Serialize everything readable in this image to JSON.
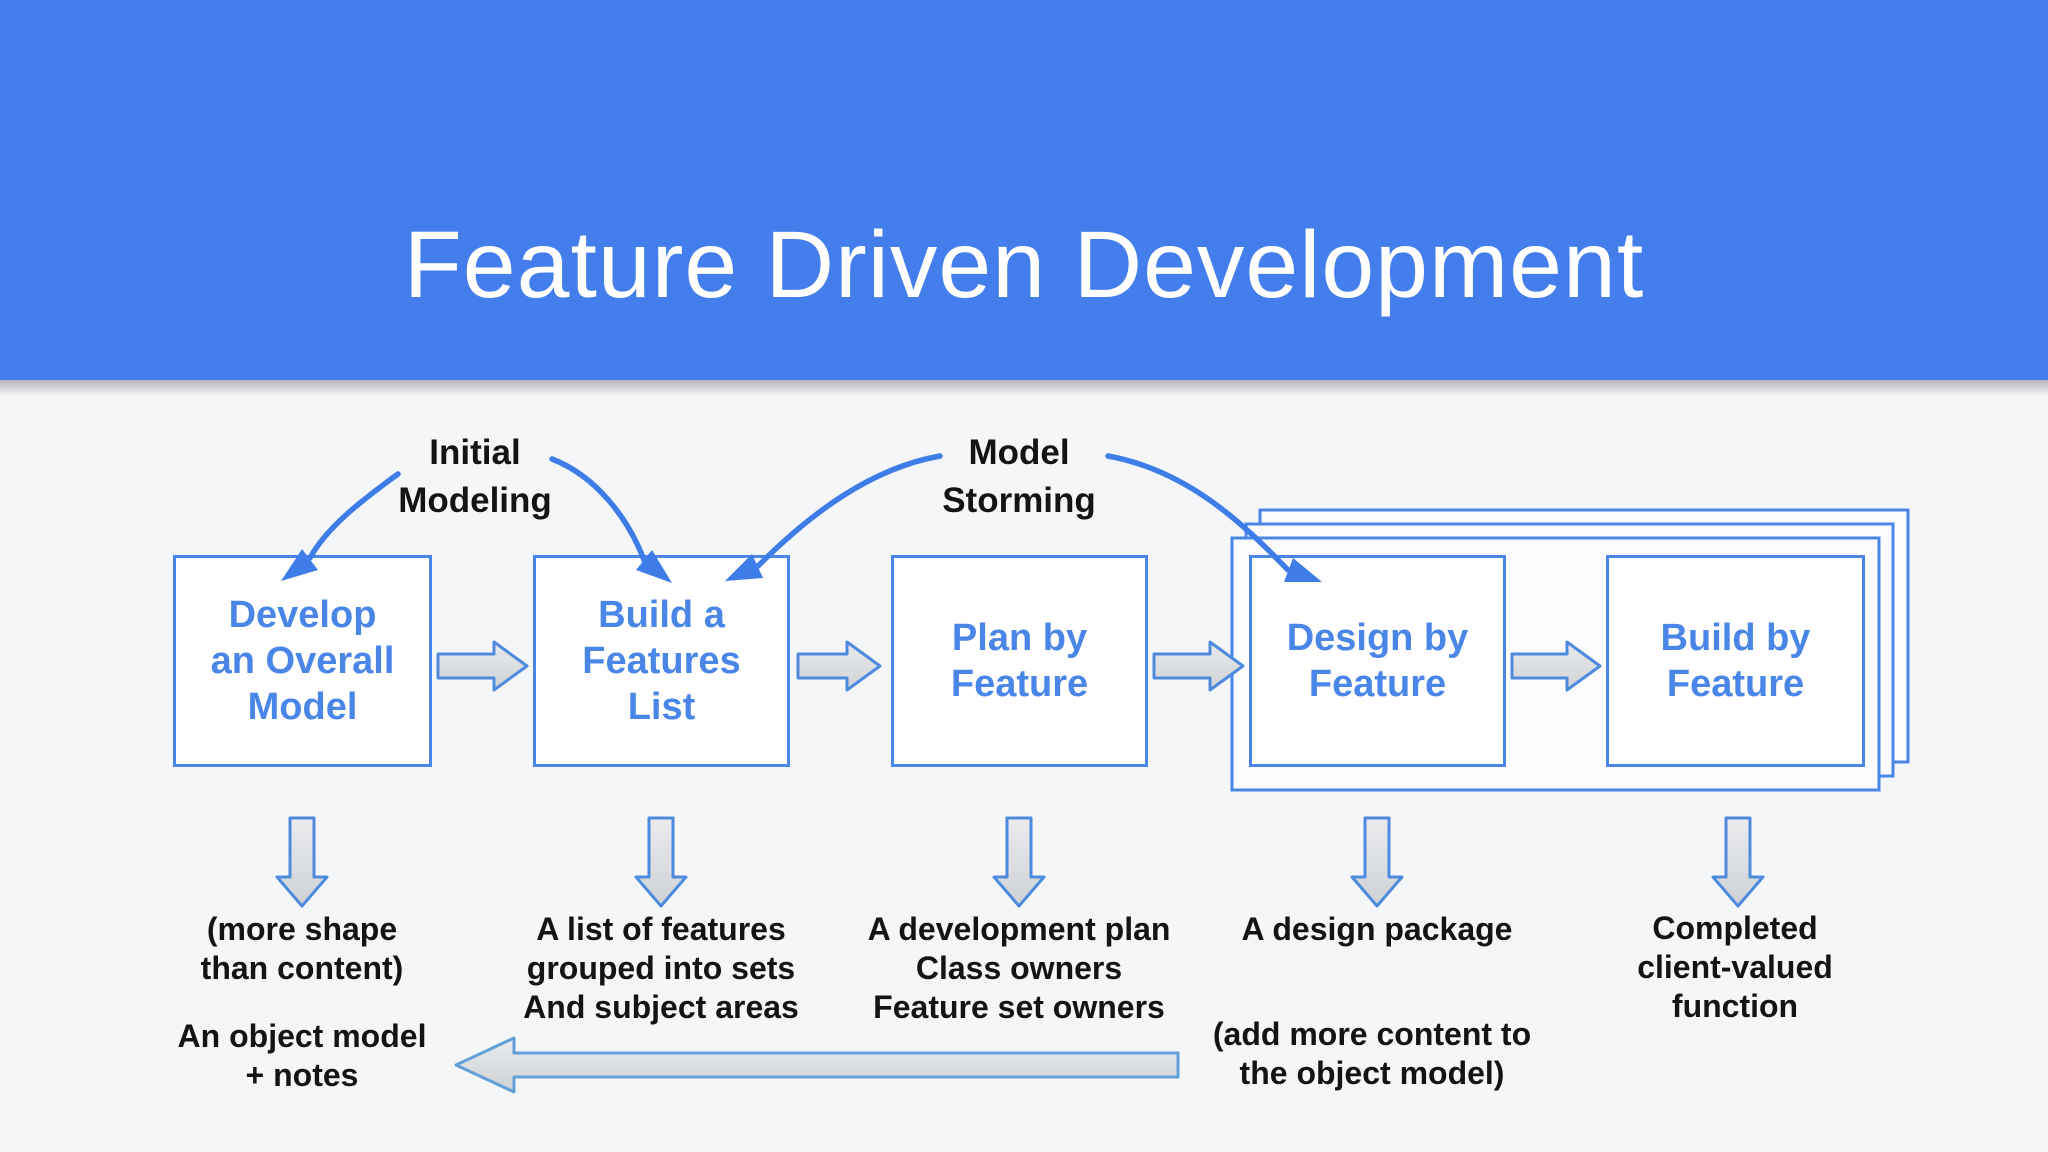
{
  "title": "Feature Driven Development",
  "colors": {
    "banner": "#447eec",
    "titleColor": "#ffffff",
    "pageBg": "#f5f6f8",
    "panelFill": "#fcfcfe",
    "boxBlue": "#4a86e8",
    "curveBlue": "#3e7de8",
    "arrowStroke": "#4e8ade",
    "longArrowStroke": "#63a0d8",
    "grayLight": "#e9ebed",
    "grayDark": "#cfd2d5",
    "textDark": "#141414"
  },
  "annotations": {
    "initial_modeling": {
      "lines": [
        "Initial",
        "Modeling"
      ]
    },
    "model_storming": {
      "lines": [
        "Model",
        "Storming"
      ]
    }
  },
  "boxes": [
    {
      "id": "develop-overall-model",
      "lines": [
        "Develop",
        "an Overall",
        "Model"
      ]
    },
    {
      "id": "build-features-list",
      "lines": [
        "Build a",
        "Features",
        "List"
      ]
    },
    {
      "id": "plan-by-feature",
      "lines": [
        "Plan by",
        "Feature"
      ]
    },
    {
      "id": "design-by-feature",
      "lines": [
        "Design by",
        "Feature"
      ]
    },
    {
      "id": "build-by-feature",
      "lines": [
        "Build by",
        "Feature"
      ]
    }
  ],
  "outputs": [
    {
      "lines": [
        "(more shape",
        "than content)"
      ]
    },
    {
      "lines": [
        "A list of features",
        "grouped into sets",
        "And subject areas"
      ]
    },
    {
      "lines": [
        "A development plan",
        "Class owners",
        "Feature set owners"
      ]
    },
    {
      "lines": [
        "A design package"
      ]
    },
    {
      "lines": [
        "Completed",
        "client-valued",
        "function"
      ]
    }
  ],
  "notes": {
    "object_model": {
      "lines": [
        "An object model",
        "+ notes"
      ]
    },
    "add_content": {
      "lines": [
        "(add more content to",
        "the object model)"
      ]
    }
  }
}
